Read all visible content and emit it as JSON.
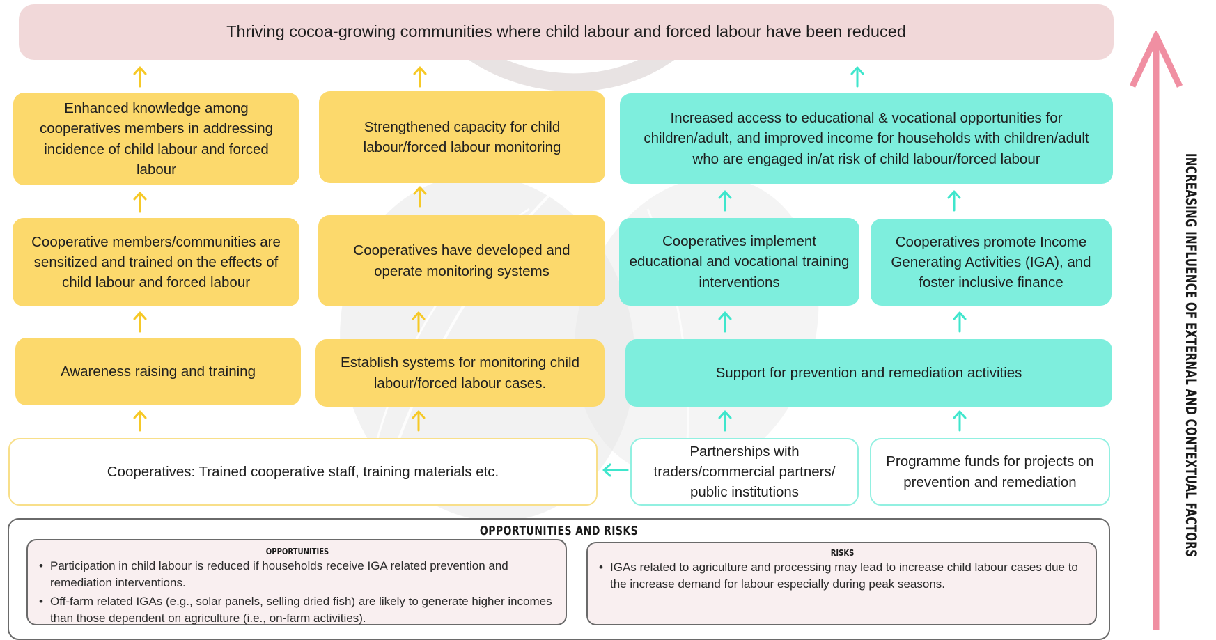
{
  "goal": "Thriving cocoa-growing communities where child labour and forced labour have been reduced",
  "outcomes": {
    "knowledge": "Enhanced knowledge among cooperatives members in addressing incidence of child labour and forced labour",
    "monitoring_capacity": "Strengthened capacity for child labour/forced labour monitoring",
    "access_income": "Increased access to educational & vocational opportunities for children/adult, and improved income for households with children/adult who are engaged in/at risk of child labour/forced labour"
  },
  "outputs": {
    "sensitized": "Cooperative members/communities are sensitized and trained on the effects of child labour and forced labour",
    "systems": "Cooperatives have developed and operate monitoring systems",
    "edu_voc": "Cooperatives implement educational and vocational training interventions",
    "iga": "Cooperatives promote Income Generating Activities (IGA), and foster inclusive finance"
  },
  "activities": {
    "awareness": "Awareness raising and training",
    "establish": "Establish systems for monitoring child labour/forced labour cases.",
    "support": "Support for prevention and remediation activities"
  },
  "inputs": {
    "cooperatives": "Cooperatives: Trained cooperative staff, training materials etc.",
    "partnerships": "Partnerships with traders/commercial partners/ public institutions",
    "funds": "Programme funds for projects on prevention and remediation"
  },
  "opportunities_risks": {
    "title": "OPPORTUNITIES AND RISKS",
    "opportunities": {
      "title": "OPPORTUNITIES",
      "items": [
        "Participation in child labour is reduced if households receive IGA related prevention and remediation interventions.",
        "Off-farm related IGAs (e.g., solar panels, selling dried fish) are likely to generate higher incomes than those dependent on agriculture (i.e., on-farm activities)."
      ]
    },
    "risks": {
      "title": "RISKS",
      "items": [
        "IGAs related to agriculture and processing may lead to increase child labour cases due to the increase demand for labour especially during peak seasons."
      ]
    }
  },
  "side_label": "INCREASING INFLUENCE OF EXTERNAL AND CONTEXTUAL FACTORS",
  "colors": {
    "yellow": "#fcd96c",
    "teal": "#7eeedd",
    "goal": "#f1d8d9",
    "arrow_yellow": "#f6c928",
    "arrow_teal": "#3fe6cc",
    "side_arrow": "#f08fa2"
  }
}
